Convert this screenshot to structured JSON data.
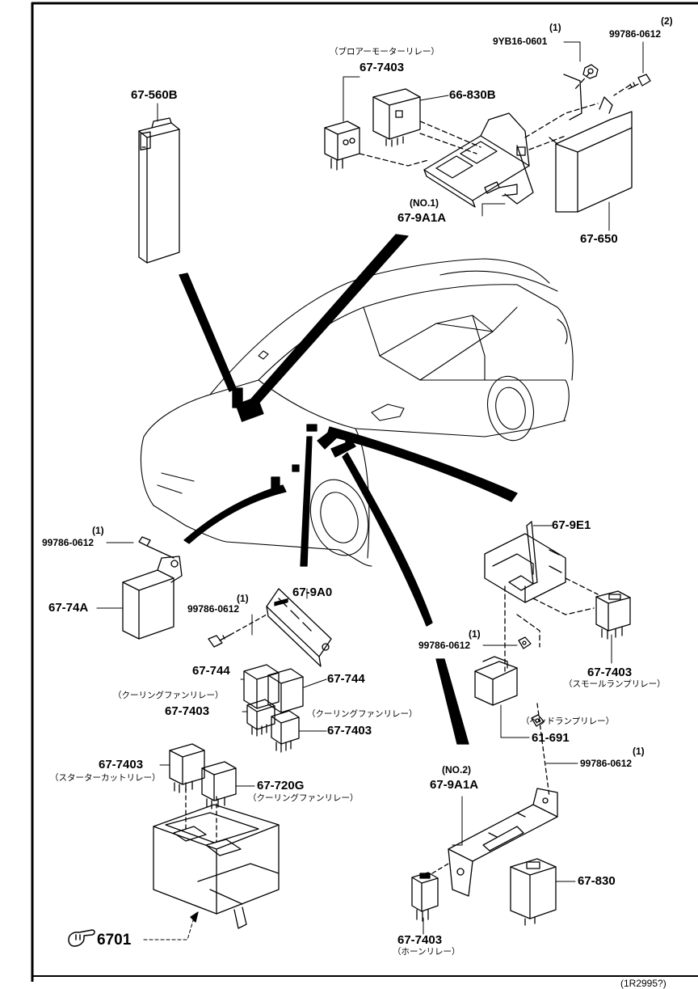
{
  "labels": {
    "p67_560B": "67-560B",
    "q_blower": "(1)",
    "p9YB16": "9YB16-0601",
    "q_2": "(2)",
    "p99786_top": "99786-0612",
    "jp_blower": "（ブロアーモーターリレー）",
    "p67_7403_top": "67-7403",
    "p66_830B": "66-830B",
    "no1": "(NO.1)",
    "p67_9A1A_top": "67-9A1A",
    "p67_650": "67-650",
    "p67_9E1": "67-9E1",
    "q_left": "(1)",
    "p99786_left": "99786-0612",
    "p67_74A": "67-74A",
    "p67_9A0": "67-9A0",
    "q_mid": "(1)",
    "p99786_mid": "99786-0612",
    "p67_744_l": "67-744",
    "p67_744_r": "67-744",
    "jp_cool1": "（クーリングファンリレー）",
    "p67_7403_cl": "67-7403",
    "jp_cool2": "（クーリングファンリレー）",
    "p67_7403_cr": "67-7403",
    "q_rmid": "(1)",
    "p99786_rmid": "99786-0612",
    "p67_7403_small": "67-7403",
    "jp_small": "（スモールランプリレー）",
    "jp_head": "（ヘッドランプリレー）",
    "p61_691": "61-691",
    "p67_7403_start": "67-7403",
    "jp_starter": "（スターターカットリレー）",
    "p67_720G": "67-720G",
    "jp_cool3": "（クーリングファンリレー）",
    "no2": "(NO.2)",
    "p67_9A1A_bot": "67-9A1A",
    "q_rbot": "(1)",
    "p99786_rbot": "99786-0612",
    "p67_830": "67-830",
    "p67_7403_horn": "67-7403",
    "jp_horn": "（ホーンリレー）",
    "p6701": "6701",
    "footer": "(1R2995?)"
  },
  "icons": {
    "reference": "hand-pointer-icon"
  }
}
